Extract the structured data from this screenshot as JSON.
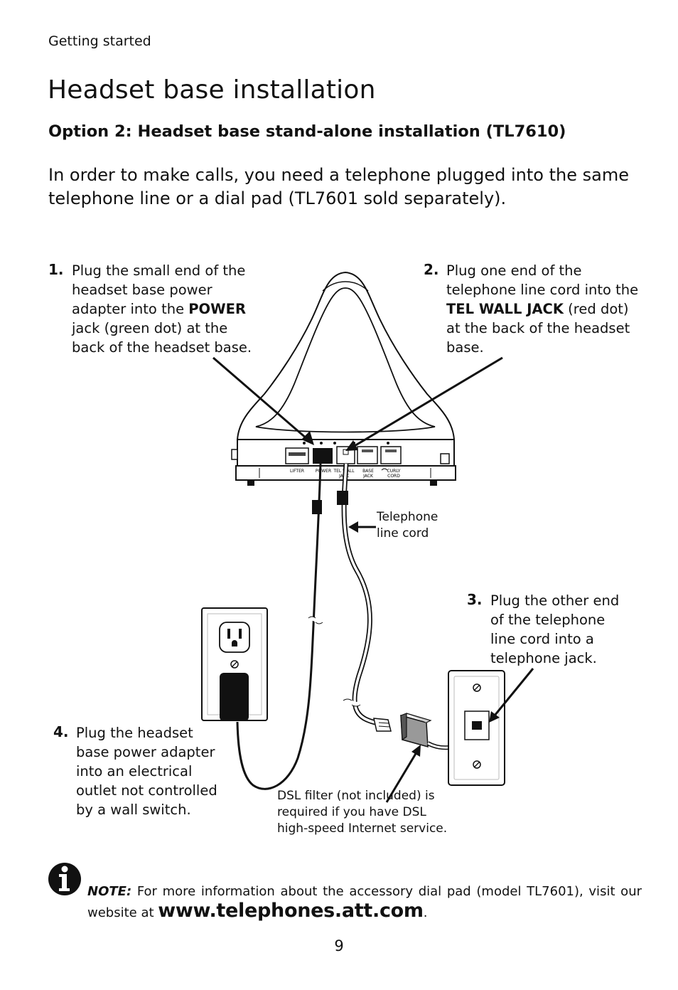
{
  "header": {
    "section": "Getting started",
    "title": "Headset base installation",
    "subtitle": "Option 2:  Headset base stand-alone installation (TL7610)"
  },
  "intro": "In order to make calls, you need a telephone plugged into the same telephone line or a dial pad (TL7601 sold separately).",
  "steps": [
    {
      "number": "1.",
      "before": "Plug the small end of the headset base power adapter into the ",
      "bold": "POWER",
      "after": " jack (green dot) at the back of the headset base."
    },
    {
      "number": "2.",
      "before": "Plug one end of the telephone line cord into the ",
      "bold": "TEL WALL JACK",
      "after": " (red dot) at the back of the headset base."
    },
    {
      "number": "3.",
      "text": "Plug the other end of the telephone line cord into a telephone jack."
    },
    {
      "number": "4.",
      "text": "Plug the headset base power adapter into an electrical outlet not controlled by a wall switch."
    }
  ],
  "callouts": {
    "line_cord": "Telephone line cord",
    "dsl_filter": "DSL filter (not included) is required if you have DSL high-speed Internet service."
  },
  "base_labels": {
    "lifter": "LIFTER",
    "power": "POWER",
    "tel_wall": "TEL WALL",
    "jack": "JACK",
    "base": "BASE",
    "base_jack": "JACK",
    "curly": "CURLY",
    "cord": "CORD"
  },
  "note": {
    "label": "NOTE:",
    "text": " For more information about the accessory dial pad (model TL7601), visit our website at ",
    "url": "www.telephones.att.com",
    "end": "."
  },
  "footer": {
    "page_number": "9"
  },
  "icons": {
    "note": "info-icon"
  }
}
